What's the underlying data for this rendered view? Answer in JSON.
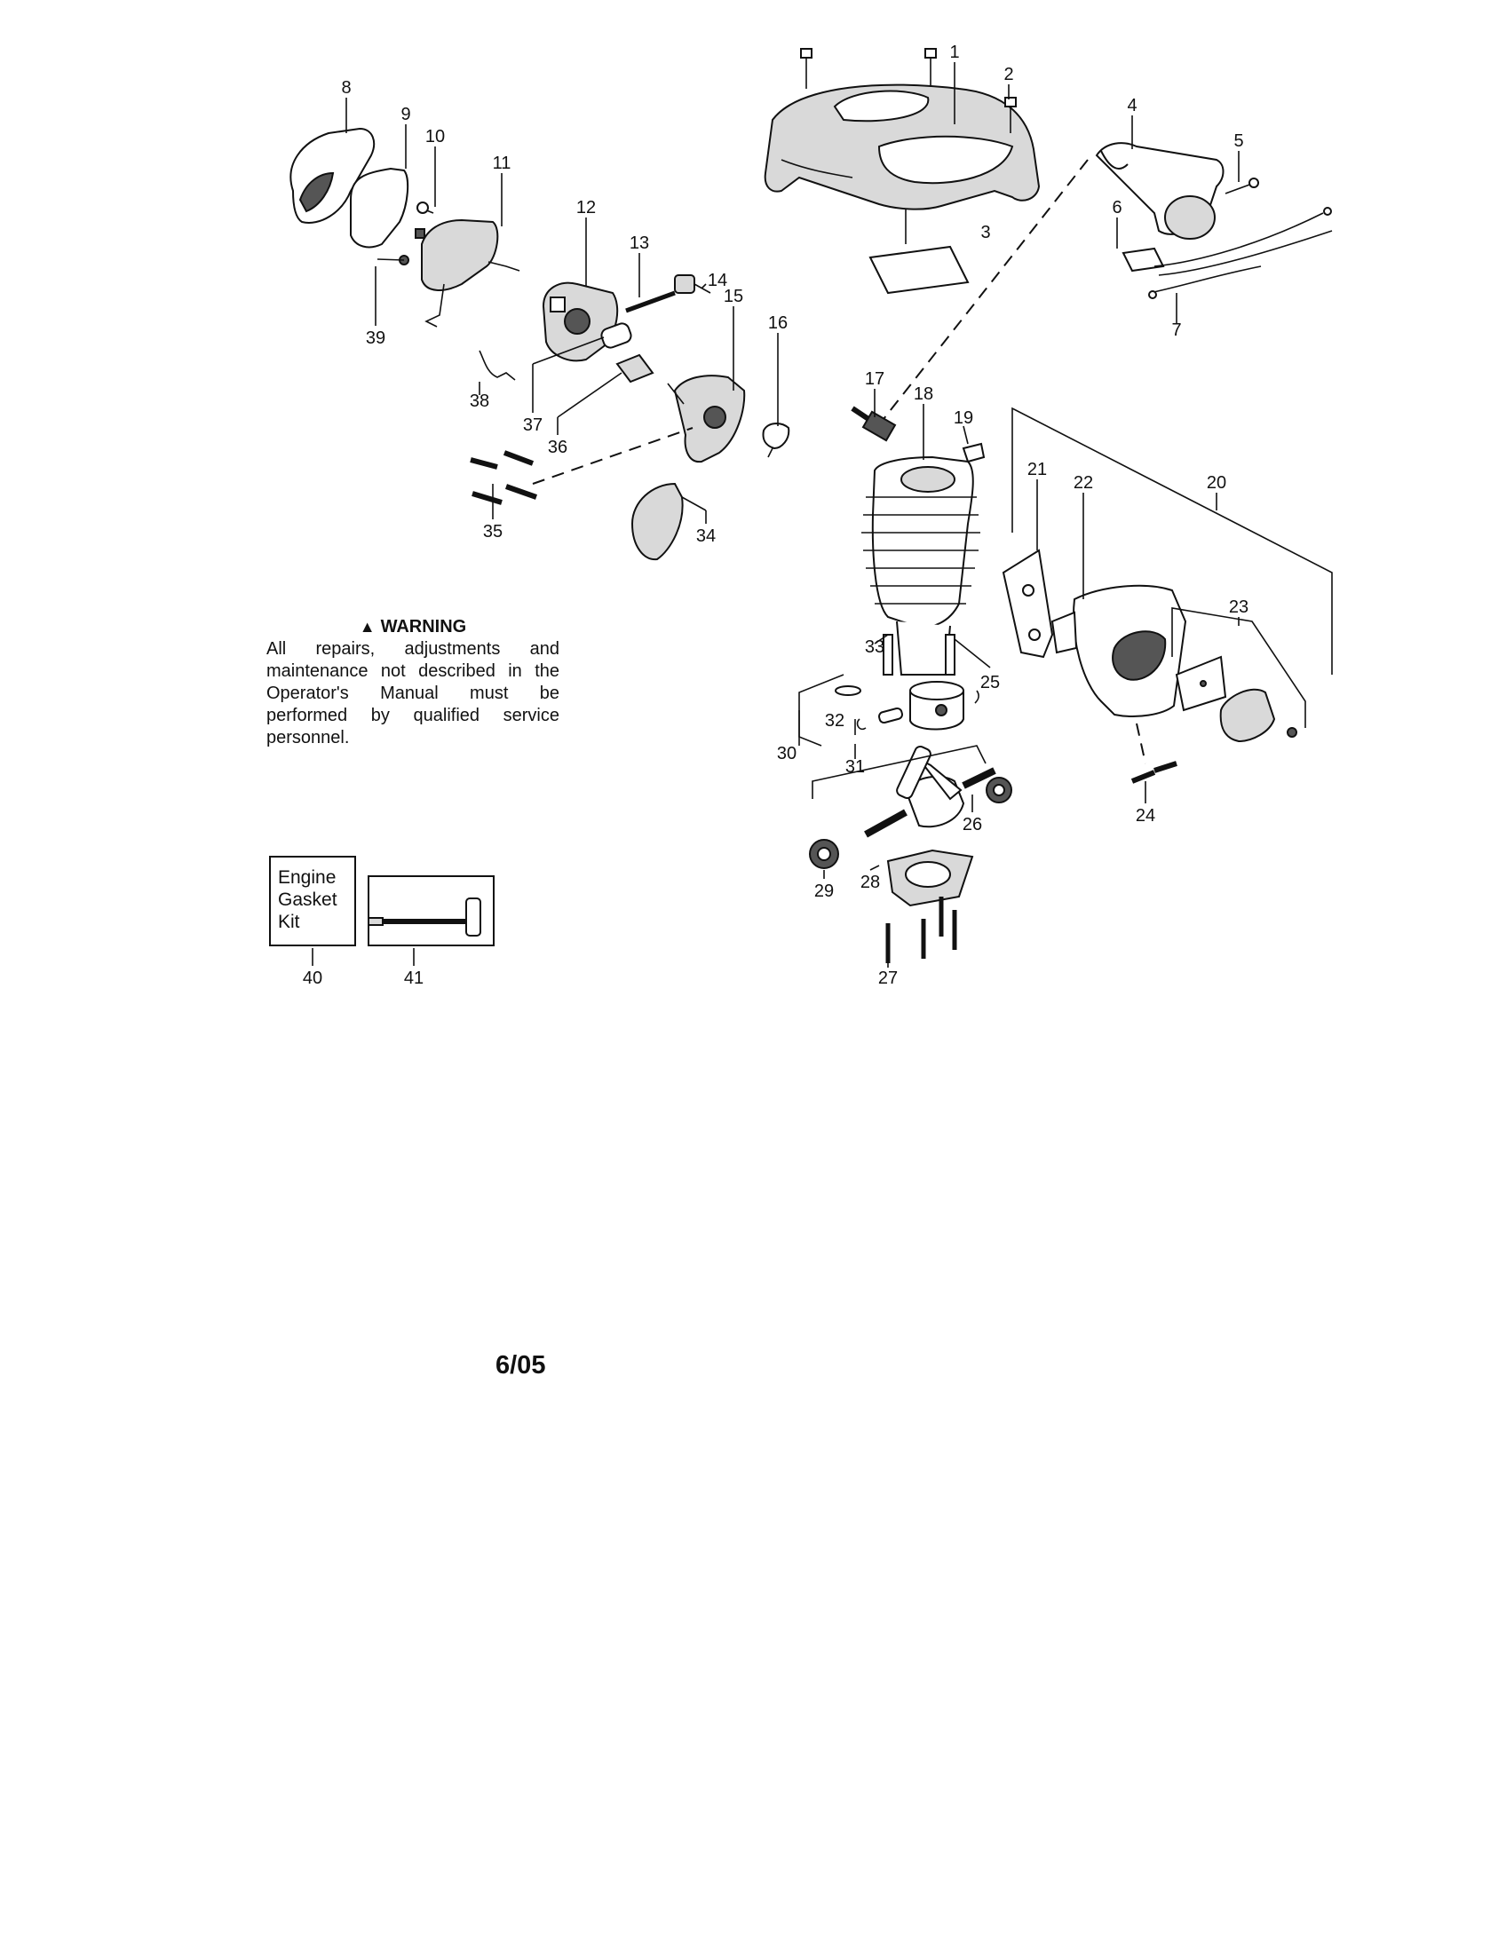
{
  "callouts": [
    {
      "id": "1",
      "label": "1"
    },
    {
      "id": "2",
      "label": "2"
    },
    {
      "id": "3",
      "label": "3"
    },
    {
      "id": "4",
      "label": "4"
    },
    {
      "id": "5",
      "label": "5"
    },
    {
      "id": "6",
      "label": "6"
    },
    {
      "id": "7",
      "label": "7"
    },
    {
      "id": "8",
      "label": "8"
    },
    {
      "id": "9",
      "label": "9"
    },
    {
      "id": "10",
      "label": "10"
    },
    {
      "id": "11",
      "label": "11"
    },
    {
      "id": "12",
      "label": "12"
    },
    {
      "id": "13",
      "label": "13"
    },
    {
      "id": "14",
      "label": "14"
    },
    {
      "id": "15",
      "label": "15"
    },
    {
      "id": "16",
      "label": "16"
    },
    {
      "id": "17",
      "label": "17"
    },
    {
      "id": "18",
      "label": "18"
    },
    {
      "id": "19",
      "label": "19"
    },
    {
      "id": "20",
      "label": "20"
    },
    {
      "id": "21",
      "label": "21"
    },
    {
      "id": "22",
      "label": "22"
    },
    {
      "id": "23",
      "label": "23"
    },
    {
      "id": "24",
      "label": "24"
    },
    {
      "id": "25",
      "label": "25"
    },
    {
      "id": "26",
      "label": "26"
    },
    {
      "id": "27",
      "label": "27"
    },
    {
      "id": "28",
      "label": "28"
    },
    {
      "id": "29",
      "label": "29"
    },
    {
      "id": "30",
      "label": "30"
    },
    {
      "id": "31",
      "label": "31"
    },
    {
      "id": "32",
      "label": "32"
    },
    {
      "id": "33",
      "label": "33"
    },
    {
      "id": "34",
      "label": "34"
    },
    {
      "id": "35",
      "label": "35"
    },
    {
      "id": "36",
      "label": "36"
    },
    {
      "id": "37",
      "label": "37"
    },
    {
      "id": "38",
      "label": "38"
    },
    {
      "id": "39",
      "label": "39"
    },
    {
      "id": "40",
      "label": "40"
    },
    {
      "id": "41",
      "label": "41"
    }
  ],
  "warning": {
    "title": "WARNING",
    "icon": "warning-triangle-icon",
    "text": "All repairs, adjustments and maintenance not described in the Operator's Manual must be performed by qualified service personnel."
  },
  "kit": {
    "label": "Engine\nGasket\nKit"
  },
  "footer": {
    "date": "6/05"
  }
}
